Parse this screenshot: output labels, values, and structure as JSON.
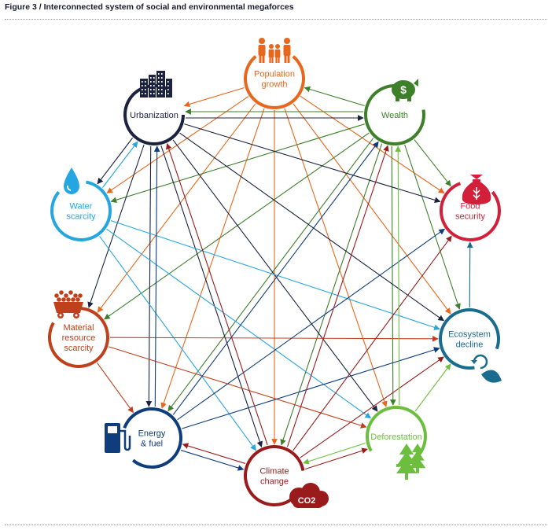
{
  "figure_title": "Figure 3 / Interconnected system of social and environmental megaforces",
  "nodes": [
    {
      "id": "population",
      "lines": [
        "Population",
        "growth"
      ],
      "color": "#E8671D",
      "icon": "family-icon"
    },
    {
      "id": "wealth",
      "lines": [
        "Wealth"
      ],
      "color": "#3E7F2A",
      "icon": "piggy-bank-icon"
    },
    {
      "id": "food",
      "lines": [
        "Food",
        "security"
      ],
      "color": "#D2203A",
      "icon": "grain-sack-icon"
    },
    {
      "id": "ecosystem",
      "lines": [
        "Ecosystem",
        "decline"
      ],
      "color": "#1A6C8F",
      "icon": "recycle-leaf-icon"
    },
    {
      "id": "deforestation",
      "lines": [
        "Deforestation"
      ],
      "color": "#6CBF3C",
      "icon": "pine-trees-icon"
    },
    {
      "id": "climate",
      "lines": [
        "Climate",
        "change"
      ],
      "color": "#9A1B1B",
      "icon": "co2-cloud-icon",
      "badge": "CO2"
    },
    {
      "id": "energy",
      "lines": [
        "Energy",
        "& fuel"
      ],
      "color": "#0E3C7C",
      "icon": "fuel-pump-icon"
    },
    {
      "id": "material",
      "lines": [
        "Material",
        "resource",
        "scarcity"
      ],
      "color": "#C0401C",
      "icon": "mine-cart-icon"
    },
    {
      "id": "water",
      "lines": [
        "Water",
        "scarcity"
      ],
      "color": "#26A6E0",
      "icon": "water-drop-icon"
    },
    {
      "id": "urbanization",
      "lines": [
        "Urbanization"
      ],
      "color": "#1B2340",
      "icon": "city-buildings-icon"
    }
  ],
  "edges": [
    {
      "from": "population",
      "to": "urbanization"
    },
    {
      "from": "population",
      "to": "water"
    },
    {
      "from": "population",
      "to": "material"
    },
    {
      "from": "population",
      "to": "energy"
    },
    {
      "from": "population",
      "to": "climate"
    },
    {
      "from": "population",
      "to": "deforestation"
    },
    {
      "from": "population",
      "to": "ecosystem"
    },
    {
      "from": "population",
      "to": "food"
    },
    {
      "from": "wealth",
      "to": "population"
    },
    {
      "from": "wealth",
      "to": "urbanization"
    },
    {
      "from": "wealth",
      "to": "water"
    },
    {
      "from": "wealth",
      "to": "material"
    },
    {
      "from": "wealth",
      "to": "energy"
    },
    {
      "from": "wealth",
      "to": "climate"
    },
    {
      "from": "wealth",
      "to": "deforestation"
    },
    {
      "from": "wealth",
      "to": "ecosystem"
    },
    {
      "from": "wealth",
      "to": "food"
    },
    {
      "from": "urbanization",
      "to": "wealth"
    },
    {
      "from": "urbanization",
      "to": "water"
    },
    {
      "from": "urbanization",
      "to": "material"
    },
    {
      "from": "urbanization",
      "to": "energy"
    },
    {
      "from": "urbanization",
      "to": "climate"
    },
    {
      "from": "urbanization",
      "to": "deforestation"
    },
    {
      "from": "urbanization",
      "to": "ecosystem"
    },
    {
      "from": "urbanization",
      "to": "food"
    },
    {
      "from": "water",
      "to": "urbanization"
    },
    {
      "from": "water",
      "to": "ecosystem"
    },
    {
      "from": "water",
      "to": "deforestation"
    },
    {
      "from": "water",
      "to": "climate"
    },
    {
      "from": "material",
      "to": "ecosystem"
    },
    {
      "from": "material",
      "to": "deforestation"
    },
    {
      "from": "material",
      "to": "energy"
    },
    {
      "from": "energy",
      "to": "urbanization"
    },
    {
      "from": "energy",
      "to": "wealth"
    },
    {
      "from": "energy",
      "to": "climate"
    },
    {
      "from": "energy",
      "to": "ecosystem"
    },
    {
      "from": "energy",
      "to": "food"
    },
    {
      "from": "climate",
      "to": "energy"
    },
    {
      "from": "climate",
      "to": "urbanization"
    },
    {
      "from": "climate",
      "to": "wealth"
    },
    {
      "from": "climate",
      "to": "food"
    },
    {
      "from": "climate",
      "to": "deforestation"
    },
    {
      "from": "climate",
      "to": "ecosystem"
    },
    {
      "from": "deforestation",
      "to": "climate"
    },
    {
      "from": "deforestation",
      "to": "wealth"
    },
    {
      "from": "deforestation",
      "to": "ecosystem"
    },
    {
      "from": "ecosystem",
      "to": "food"
    }
  ]
}
